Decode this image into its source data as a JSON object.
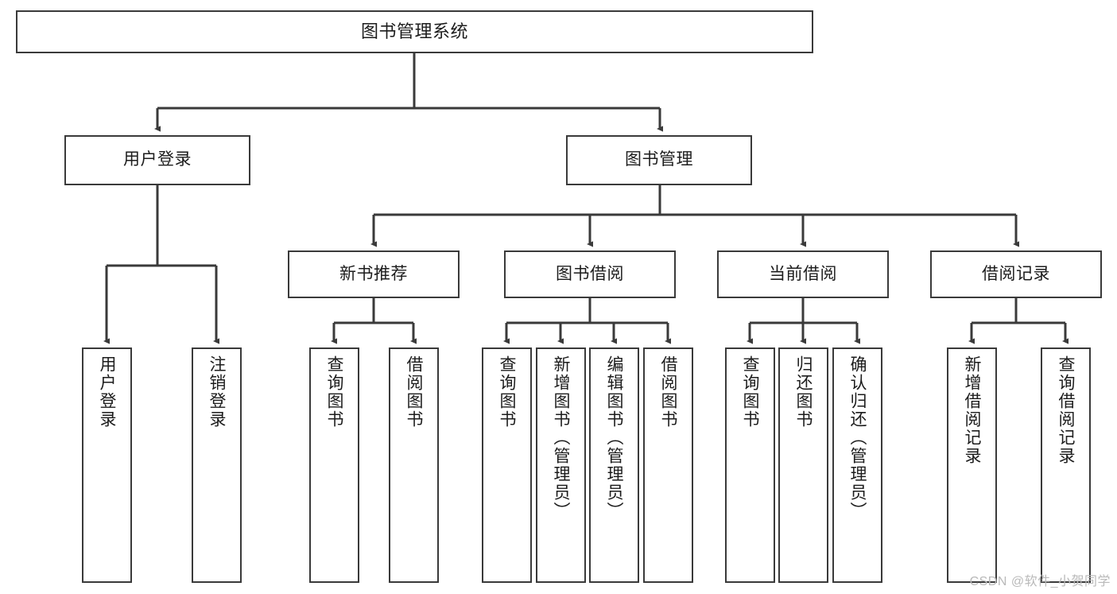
{
  "diagram": {
    "title": "图书管理系统",
    "type": "tree-hierarchy-chart",
    "colors": {
      "box_border": "#3a3a3a",
      "box_fill": "#ffffff",
      "connector": "#3a3a3a",
      "text": "#1c1c1c",
      "watermark": "#b9b9b9"
    },
    "root": {
      "label": "图书管理系统"
    },
    "level2": [
      {
        "label": "用户登录"
      },
      {
        "label": "图书管理"
      }
    ],
    "level3": [
      {
        "label": "新书推荐"
      },
      {
        "label": "图书借阅"
      },
      {
        "label": "当前借阅"
      },
      {
        "label": "借阅记录"
      }
    ],
    "leaves": {
      "user_login": [
        {
          "label": "用户登录"
        },
        {
          "label": "注销登录"
        }
      ],
      "new_book_recommend": [
        {
          "label": "查询图书"
        },
        {
          "label": "借阅图书"
        }
      ],
      "book_borrow": [
        {
          "label": "查询图书"
        },
        {
          "label": "新增图书（管理员）"
        },
        {
          "label": "编辑图书（管理员）"
        },
        {
          "label": "借阅图书"
        }
      ],
      "current_borrow": [
        {
          "label": "查询图书"
        },
        {
          "label": "归还图书"
        },
        {
          "label": "确认归还（管理员）"
        }
      ],
      "borrow_record": [
        {
          "label": "新增借阅记录"
        },
        {
          "label": "查询借阅记录"
        }
      ]
    }
  },
  "watermark": {
    "text": "CSDN @软件_小贺同学"
  }
}
